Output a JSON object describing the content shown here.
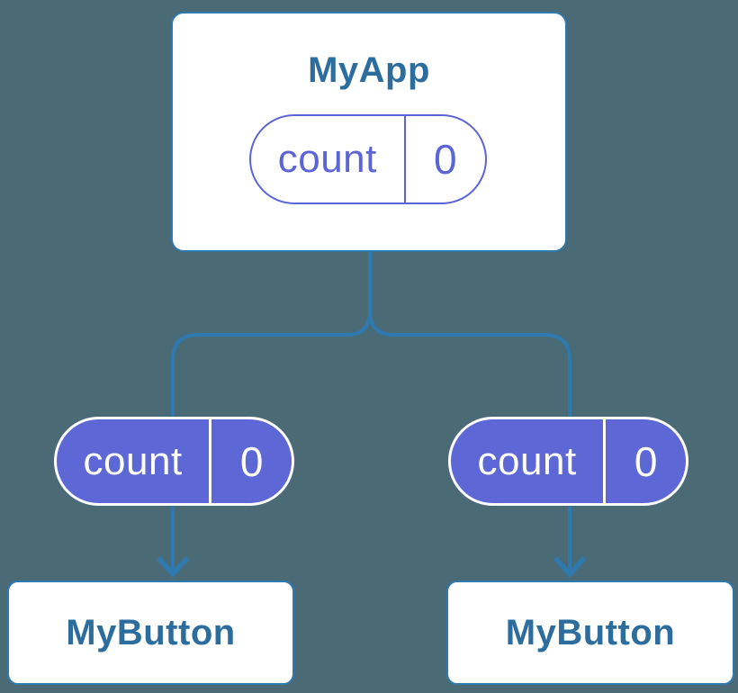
{
  "diagram": {
    "root": {
      "title": "MyApp",
      "state": {
        "label": "count",
        "value": "0"
      }
    },
    "children": [
      {
        "title": "MyButton",
        "prop": {
          "label": "count",
          "value": "0"
        }
      },
      {
        "title": "MyButton",
        "prop": {
          "label": "count",
          "value": "0"
        }
      }
    ]
  },
  "colors": {
    "background": "#4a6a75",
    "connector_blue": "#2e79af",
    "component_title_blue": "#2d6d9e",
    "pill_purple": "#5d67d6",
    "pill_outline_purple": "#5c65d6",
    "card_background": "#ffffff",
    "pill_text_on_purple": "#ffffff"
  }
}
